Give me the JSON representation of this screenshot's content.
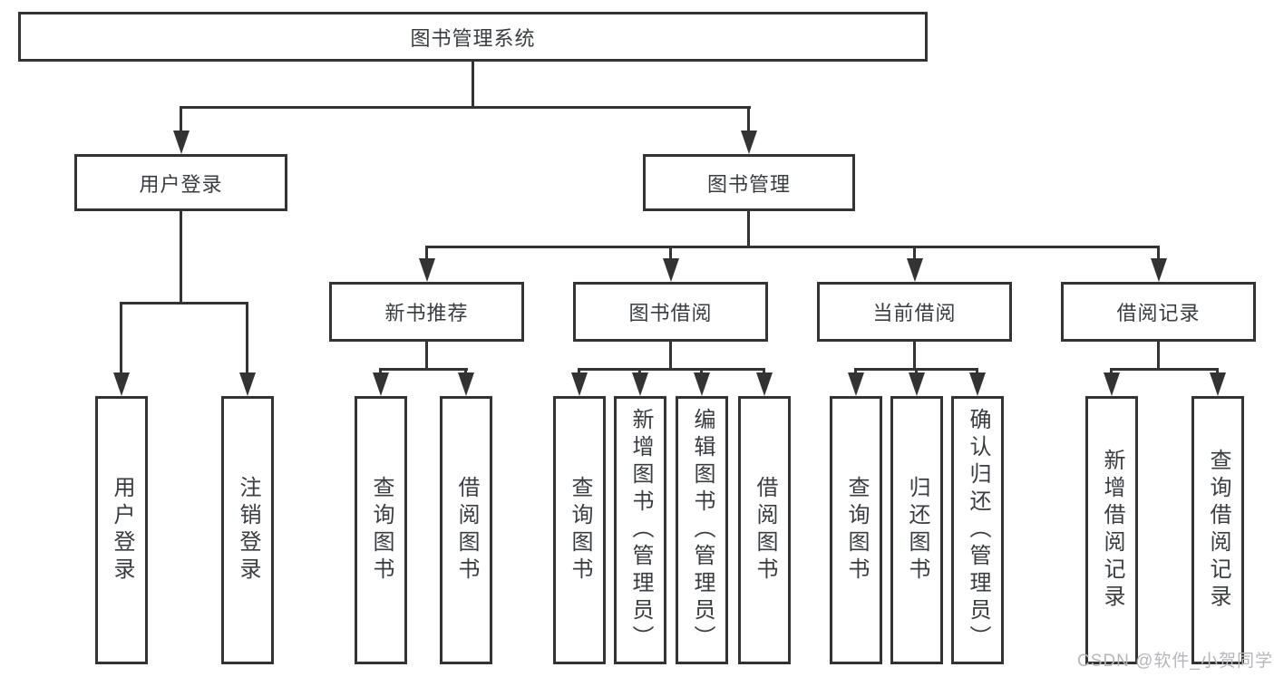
{
  "diagram": {
    "type": "tree",
    "watermark": "CSDN @软件_小贺同学",
    "colors": {
      "line": "#333333",
      "text": "#393c40",
      "background": "#ffffff",
      "watermark": "#b4b6ba"
    },
    "tree": {
      "label": "图书管理系统",
      "children": [
        {
          "label": "用户登录",
          "children": [
            {
              "label": "用户登录"
            },
            {
              "label": "注销登录"
            }
          ]
        },
        {
          "label": "图书管理",
          "children": [
            {
              "label": "新书推荐",
              "children": [
                {
                  "label": "查询图书"
                },
                {
                  "label": "借阅图书"
                }
              ]
            },
            {
              "label": "图书借阅",
              "children": [
                {
                  "label": "查询图书"
                },
                {
                  "label": "新增图书（管理员）"
                },
                {
                  "label": "编辑图书（管理员）"
                },
                {
                  "label": "借阅图书"
                }
              ]
            },
            {
              "label": "当前借阅",
              "children": [
                {
                  "label": "查询图书"
                },
                {
                  "label": "归还图书"
                },
                {
                  "label": "确认归还（管理员）"
                }
              ]
            },
            {
              "label": "借阅记录",
              "children": [
                {
                  "label": "新增借阅记录"
                },
                {
                  "label": "查询借阅记录"
                }
              ]
            }
          ]
        }
      ]
    }
  }
}
